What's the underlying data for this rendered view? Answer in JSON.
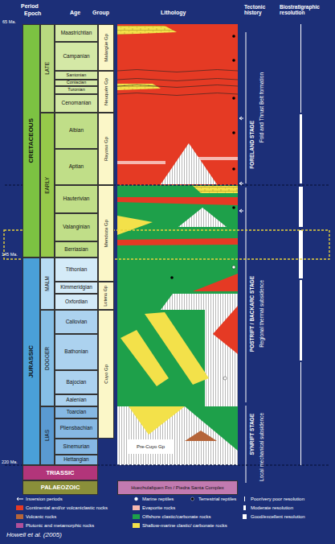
{
  "diagram": {
    "caption": "Howell et al. (2005)",
    "nodes": [
      {
        "text": [
          "CRETACEOUS"
        ]
      },
      {
        "text": [
          "JURASSIC"
        ]
      },
      {
        "text": [
          "TRIASSIC"
        ]
      },
      {
        "text": [
          "PALAEOZOIC"
        ]
      },
      {
        "text": [
          "LATE"
        ]
      },
      {
        "text": [
          "EARLY"
        ]
      },
      {
        "text": [
          "MALM"
        ]
      },
      {
        "text": [
          "DOGGER"
        ]
      },
      {
        "text": [
          "LIAS"
        ]
      },
      {
        "text": [
          "Maastrichtian"
        ]
      },
      {
        "text": [
          "Campanian"
        ]
      },
      {
        "text": [
          "Santonian"
        ]
      },
      {
        "text": [
          "Coniacian"
        ]
      },
      {
        "text": [
          "Turonian"
        ]
      },
      {
        "text": [
          "Cenomanian"
        ]
      },
      {
        "text": [
          "Albian"
        ]
      },
      {
        "text": [
          "Aptian"
        ]
      },
      {
        "text": [
          "Hauterivian"
        ]
      },
      {
        "text": [
          "Valanginian"
        ]
      },
      {
        "text": [
          "Berriasian"
        ]
      },
      {
        "text": [
          "Tithonian"
        ]
      },
      {
        "text": [
          "Kimmeridgian"
        ]
      },
      {
        "text": [
          "Oxfordian"
        ]
      },
      {
        "text": [
          "Callovian"
        ]
      },
      {
        "text": [
          "Bathonian"
        ]
      },
      {
        "text": [
          "Bajocian"
        ]
      },
      {
        "text": [
          "Aalenian"
        ]
      },
      {
        "text": [
          "Toarcian"
        ]
      },
      {
        "text": [
          "Pliensbachian"
        ]
      },
      {
        "text": [
          "Sinemurian"
        ]
      },
      {
        "text": [
          "Hettangian"
        ]
      },
      {
        "text": [
          "Malargüe Gp"
        ]
      },
      {
        "text": [
          "Neuquén Gp"
        ]
      },
      {
        "text": [
          "Rayoso Gp"
        ]
      },
      {
        "text": [
          "Mendoza Gp"
        ]
      },
      {
        "text": [
          "Lotena Gp"
        ]
      },
      {
        "text": [
          "Cuyo Gp"
        ]
      },
      {
        "text": [
          "Pre-Cuyo Gp"
        ]
      },
      {
        "text": [
          "Huechulafquen Fm / Piedra Santa Complex"
        ]
      }
    ],
    "labels": [
      "Period",
      "Epoch",
      "Age",
      "Group",
      "Lithology",
      "Tectonic history",
      "Biostratigraphic resolution",
      "65 Ma.",
      "145 Ma.",
      "220 Ma.",
      "FORELAND STAGE",
      "Fold and Thrust Belt formation",
      "POSTRIFT / BACKARC STAGE",
      "Regional thermal subsidence",
      "SYNRIFT STAGE",
      "Local mechanical subsidence"
    ],
    "legend": [
      {
        "text": "Inversion periods"
      },
      {
        "text": "Marine reptiles"
      },
      {
        "text": "Terrestrial reptiles"
      },
      {
        "text": "Continental and/or volcaniclastic rocks",
        "color": "#e53a24"
      },
      {
        "text": "Evaporite rocks",
        "color": "#f6b8b0"
      },
      {
        "text": "Volcanic rocks",
        "color": "#b5653a"
      },
      {
        "text": "Offshore clastic/carbonate rocks",
        "color": "#1ea04a"
      },
      {
        "text": "Plutonic and metamorphic rocks",
        "color": "#b0509a"
      },
      {
        "text": "Shallow-marine clastic/ carbonate rocks",
        "color": "#f3e14a"
      },
      {
        "text": "Poor/very poor resolution"
      },
      {
        "text": "Moderate resolution"
      },
      {
        "text": "Good/excellent resolution"
      }
    ]
  }
}
